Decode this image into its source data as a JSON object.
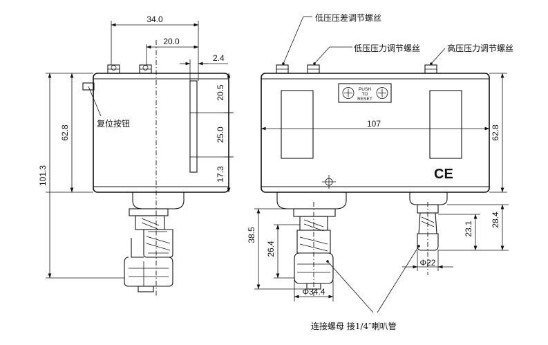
{
  "side_view": {
    "dim_width": "34.0",
    "dim_center": "20.0",
    "dim_offset": "2.4",
    "dim_total_height": "101.3",
    "dim_body_height": "62.8",
    "dim_upper": "20.5",
    "dim_middle": "25.0",
    "dim_lower": "17.3",
    "reset_button_label": "复位按钮"
  },
  "front_view": {
    "dim_width": "107",
    "dim_body_height": "62.8",
    "dim_left_fitting": "38.5",
    "dim_left_nut": "26.4",
    "dim_left_dia": "Φ34.4",
    "dim_right_fitting": "28.4",
    "dim_right_nut": "23.1",
    "dim_right_dia": "Φ22",
    "label_diff_screw": "低压压差调节螺丝",
    "label_low_screw": "低压压力调节螺丝",
    "label_high_screw": "高压压力调节螺丝",
    "label_connection": "连接螺母 接1/4″喇叭管",
    "reset_text_1": "PUSH",
    "reset_text_2": "TO",
    "reset_text_3": "RESET",
    "ce_mark": "CE"
  }
}
